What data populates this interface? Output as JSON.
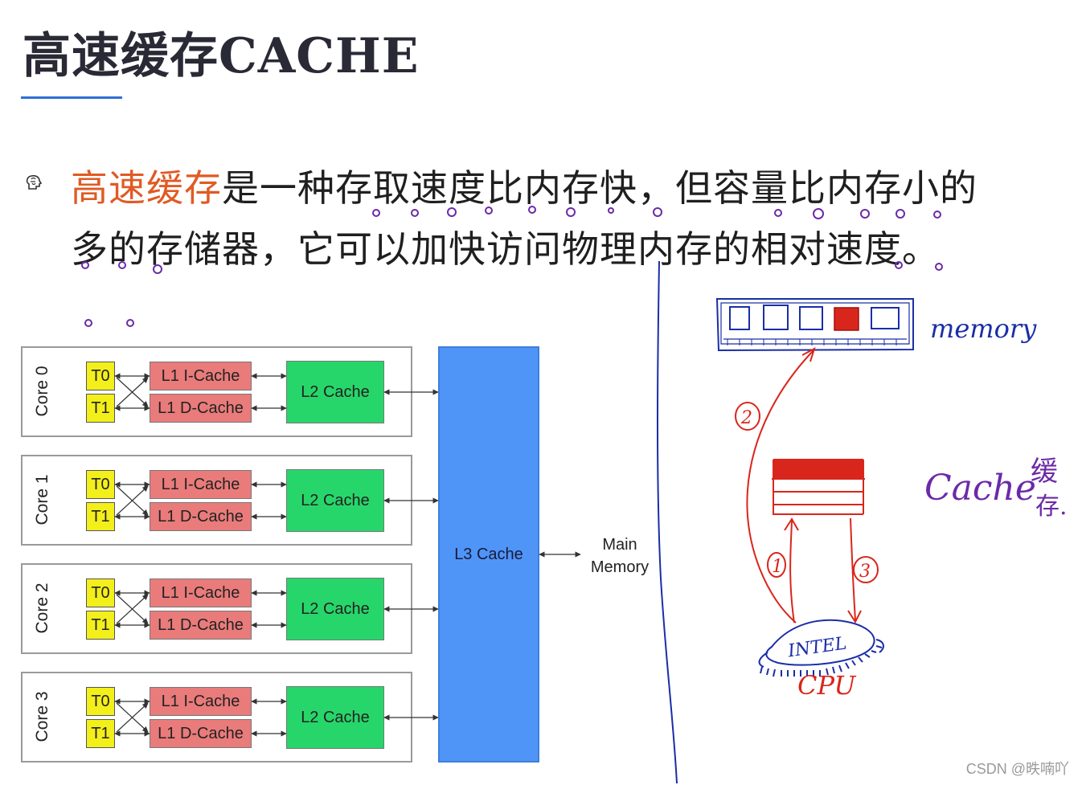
{
  "title": "高速缓存CACHE",
  "paragraph": {
    "highlight": "高速缓存",
    "rest": "是一种存取速度比内存快，但容量比内存小的多的存储器，它可以加快访问物理内存的相对速度。"
  },
  "diagram": {
    "cores": [
      {
        "label": "Core 0",
        "t0": "T0",
        "t1": "T1",
        "l1i": "L1 I-Cache",
        "l1d": "L1 D-Cache",
        "l2": "L2 Cache"
      },
      {
        "label": "Core 1",
        "t0": "T0",
        "t1": "T1",
        "l1i": "L1 I-Cache",
        "l1d": "L1 D-Cache",
        "l2": "L2 Cache"
      },
      {
        "label": "Core 2",
        "t0": "T0",
        "t1": "T1",
        "l1i": "L1 I-Cache",
        "l1d": "L1 D-Cache",
        "l2": "L2 Cache"
      },
      {
        "label": "Core 3",
        "t0": "T0",
        "t1": "T1",
        "l1i": "L1 I-Cache",
        "l1d": "L1 D-Cache",
        "l2": "L2 Cache"
      }
    ],
    "l3": "L3 Cache",
    "main_memory": [
      "Main",
      "Memory"
    ]
  },
  "annotations": {
    "memory_label": "memory",
    "cache_label": "Cache",
    "cache_chinese": [
      "缓",
      "存."
    ],
    "cpu_chip": "INTEL",
    "cpu_label": "CPU",
    "step1": "1",
    "step2": "2",
    "step3": "3"
  },
  "watermark": "CSDN @昳喃吖",
  "colors": {
    "title_underline": "#2e6fd6",
    "highlight": "#e05a23",
    "thread_box": "#f3ef1a",
    "l1_box": "#ea7b7b",
    "l2_box": "#27d66a",
    "l3_box": "#4f95f7",
    "ink_blue": "#1a2ea8",
    "ink_red": "#d9261c",
    "ink_purple": "#6b2aa8"
  }
}
